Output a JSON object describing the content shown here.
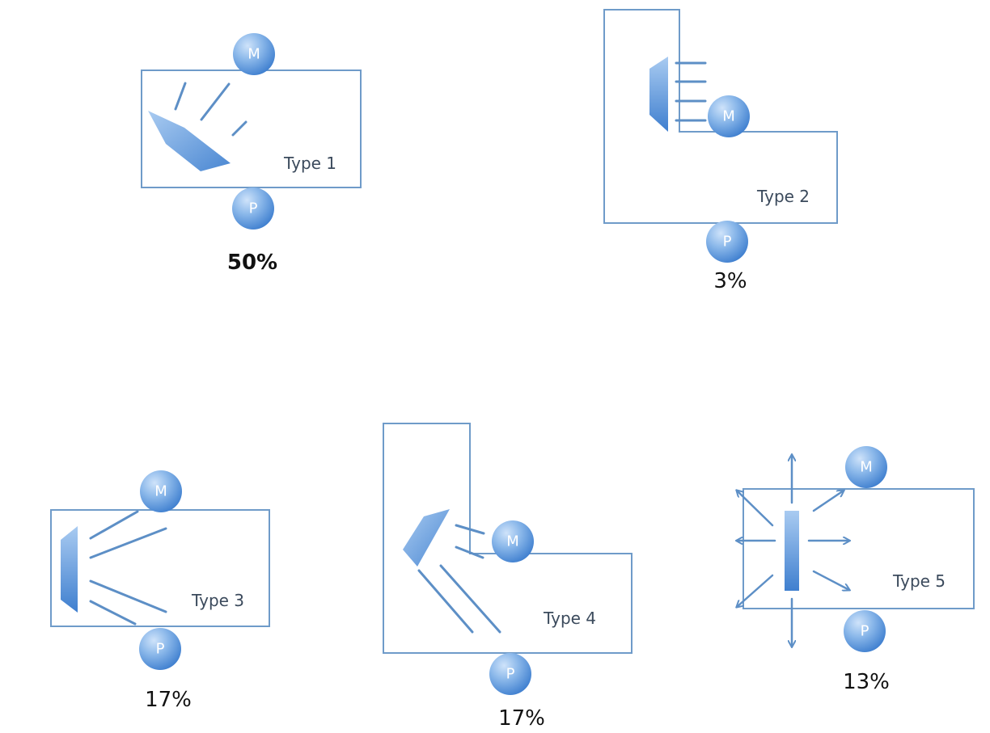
{
  "diagram": {
    "node_labels": {
      "m": "M",
      "p": "P"
    },
    "colors": {
      "room_outline": "#6f9bc9",
      "node_fill_light": "#9cc4ef",
      "node_fill_dark": "#3f7fcf",
      "ray": "#5d8fc6",
      "text": "#111111"
    },
    "types": [
      {
        "label": "Type 1",
        "percent": "50%"
      },
      {
        "label": "Type 2",
        "percent": "3%"
      },
      {
        "label": "Type 3",
        "percent": "17%"
      },
      {
        "label": "Type 4",
        "percent": "17%"
      },
      {
        "label": "Type 5",
        "percent": "13%"
      }
    ]
  }
}
